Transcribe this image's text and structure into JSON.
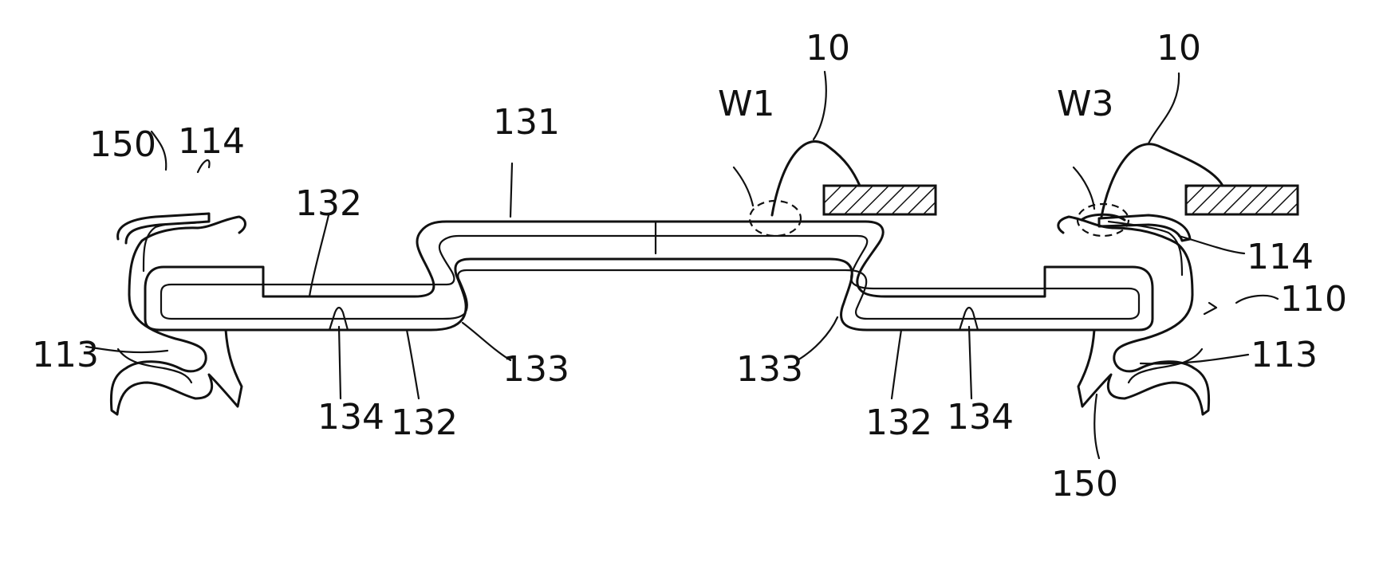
{
  "figure": {
    "labels": {
      "l150_left": "150",
      "l114_left": "114",
      "l132_top": "132",
      "l131": "131",
      "lW1": "W1",
      "l10_left": "10",
      "l10_right": "10",
      "lW3": "W3",
      "l114_right": "114",
      "l110": "110",
      "l113_left": "113",
      "l113_right": "113",
      "l133_left": "133",
      "l133_right": "133",
      "l134_left": "134",
      "l132_left": "132",
      "l132_right": "132",
      "l134_right": "134",
      "l150_right": "150"
    }
  }
}
